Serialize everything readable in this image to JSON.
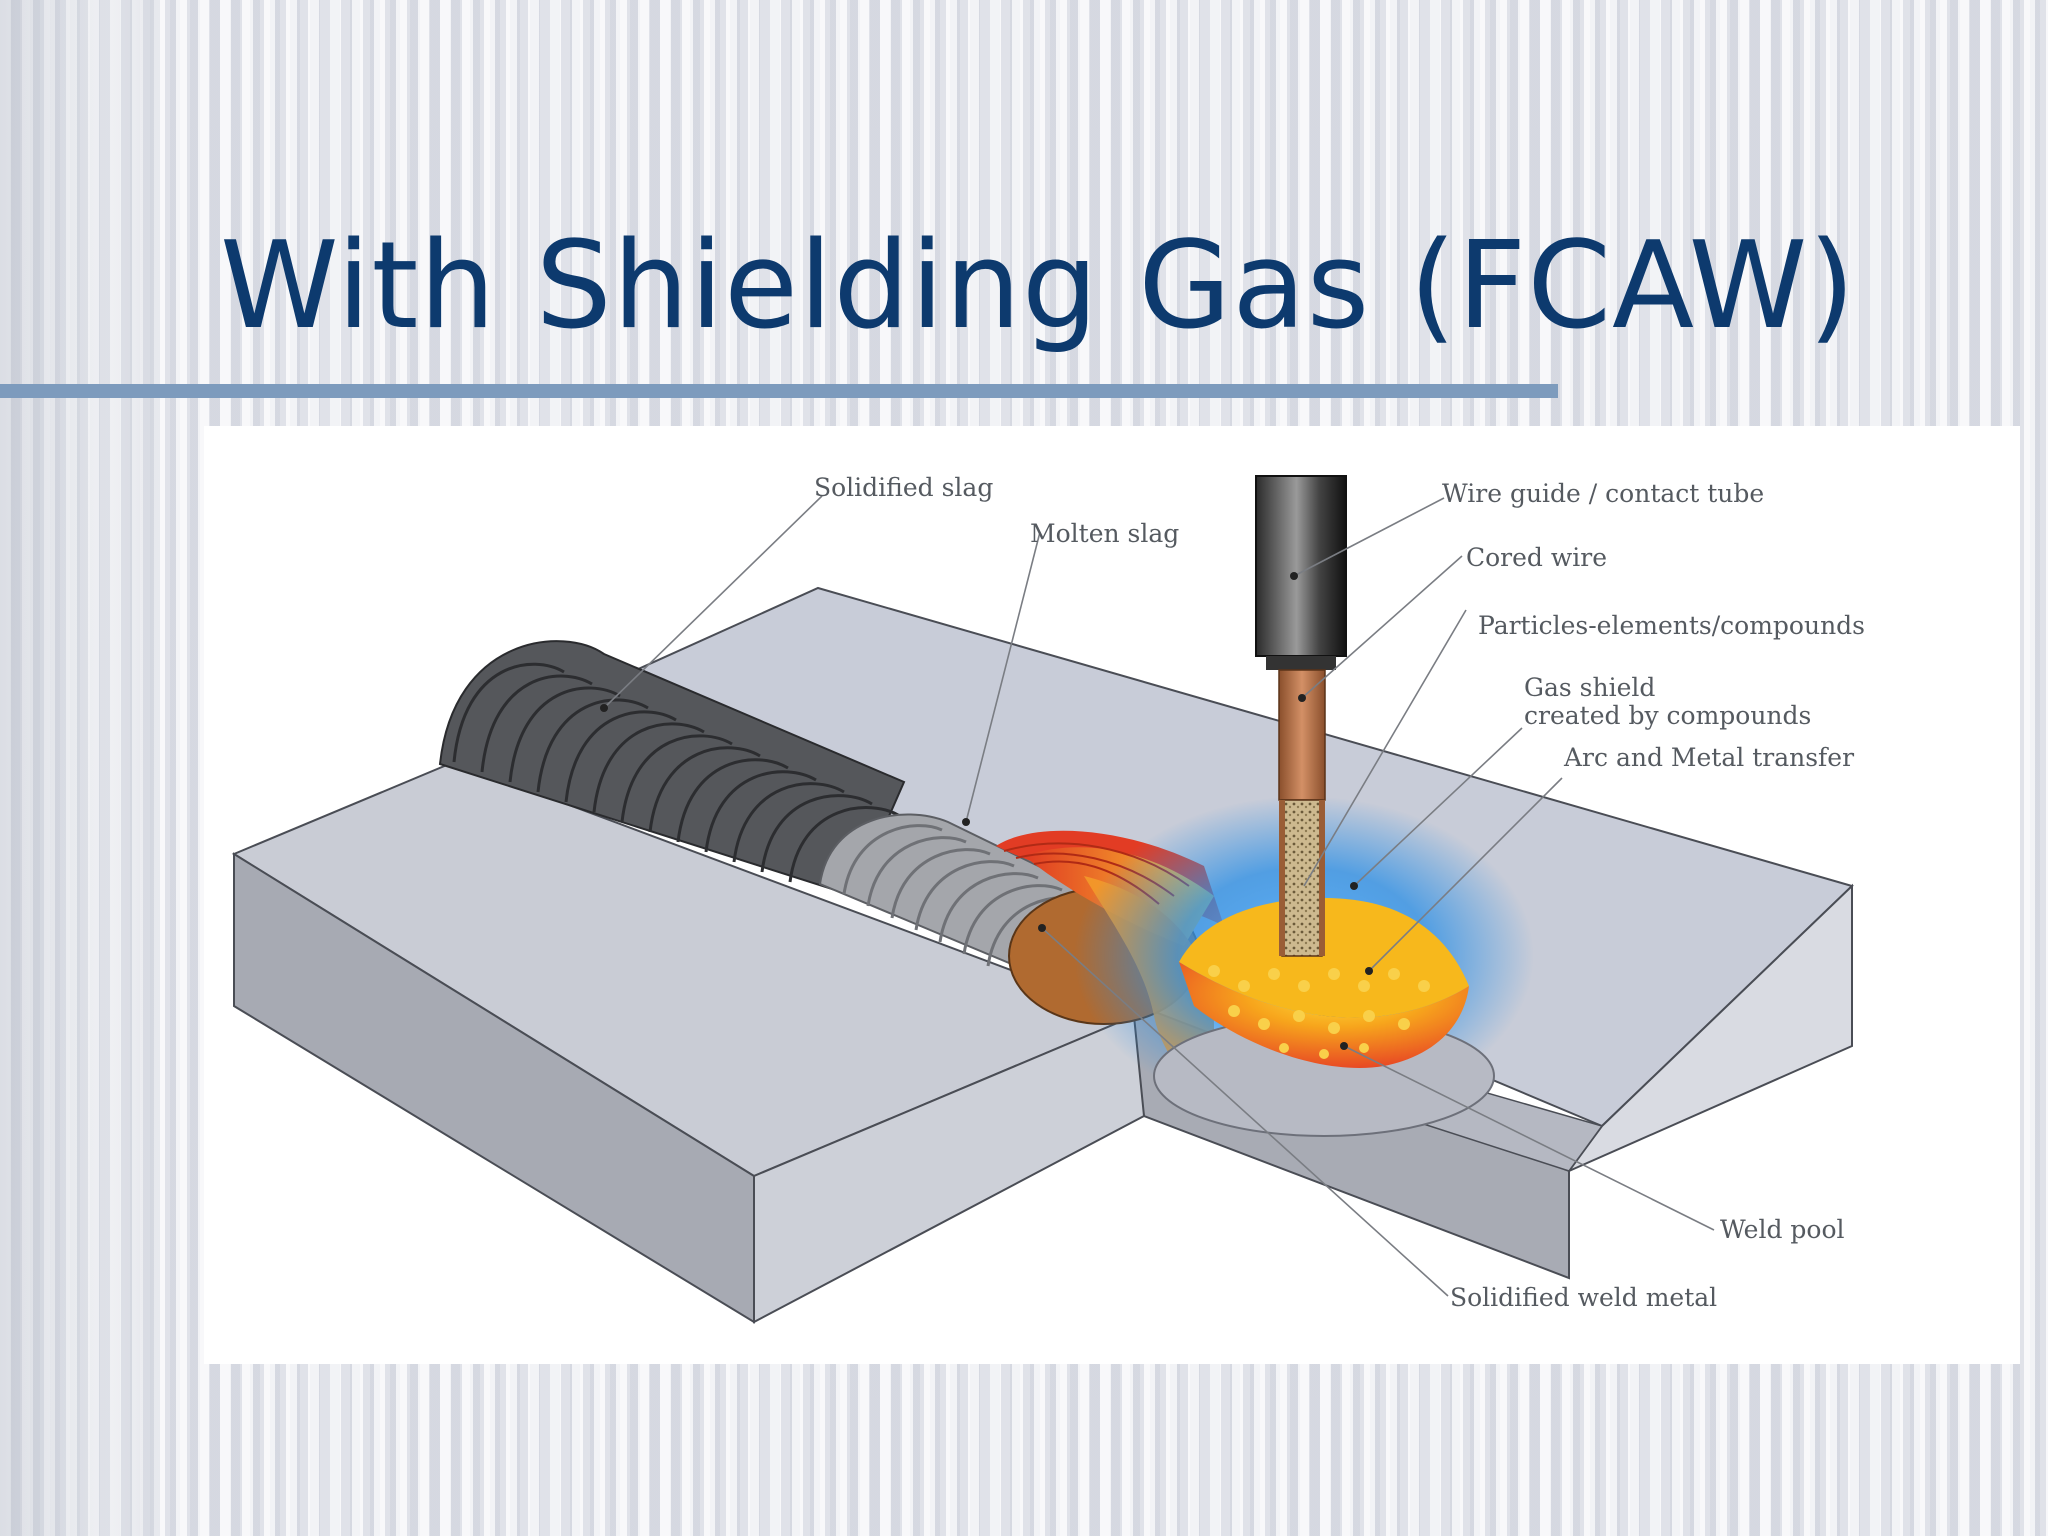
{
  "slide": {
    "title": "With Shielding Gas (FCAW)"
  },
  "diagram": {
    "labels": {
      "solidified_slag": "Solidified slag",
      "molten_slag": "Molten slag",
      "wire_guide": "Wire guide / contact tube",
      "cored_wire": "Cored wire",
      "particles": "Particles-elements/compounds",
      "gas_shield_line1": "Gas shield",
      "gas_shield_line2": "created by compounds",
      "arc_transfer": "Arc and Metal transfer",
      "weld_pool": "Weld pool",
      "solidified_weld_metal": "Solidified weld metal"
    }
  },
  "colors": {
    "title": "#0d3a6e",
    "rule": "#7d9bbd",
    "plate_top": "#c9ccd6",
    "plate_side": "#a9acb5",
    "slag_dark": "#4f5155",
    "slag_light": "#a3a5aa",
    "molten": "#e8492b",
    "pool": "#f0a21e",
    "gas_shield": "#2a8fe6",
    "wire": "#b8744a"
  }
}
